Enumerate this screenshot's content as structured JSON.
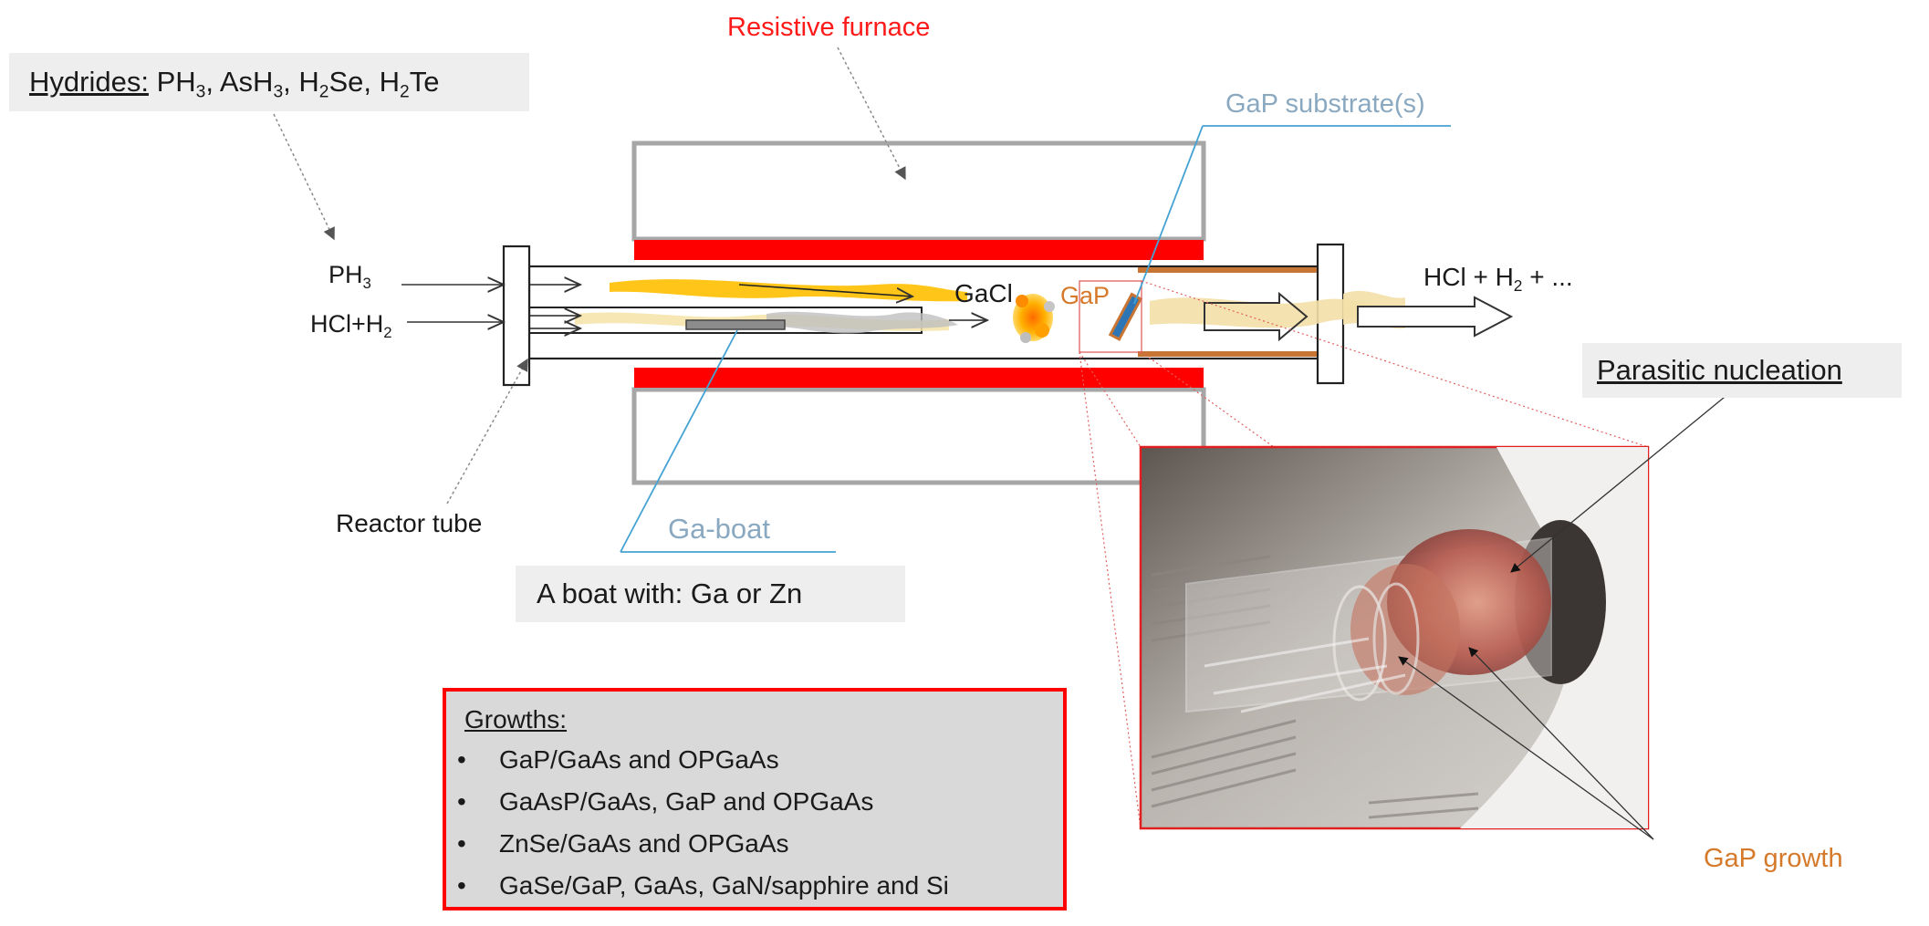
{
  "furnace_label": "Resistive furnace",
  "hydrides": {
    "heading": "Hydrides:",
    "items": [
      "PH3",
      "AsH3",
      "H2Se",
      "H2Te"
    ]
  },
  "inlets": {
    "ph3": "PH3",
    "hcl_h2": "HCl+H2"
  },
  "outlet": "HCl + H2 + ...",
  "gacl": "GaCl",
  "gap_label": "GaP",
  "substrate_label": "GaP substrate(s)",
  "reactor_tube_label": "Reactor tube",
  "ga_boat_label": "Ga-boat",
  "boat_label": "A boat with: Ga or Zn",
  "parasitic_label": "Parasitic nucleation",
  "gap_growth_label": "GaP growth",
  "growths": {
    "heading": "Growths:",
    "items": [
      "GaP/GaAs and OPGaAs",
      "GaAsP/GaAs, GaP and OPGaAs",
      "ZnSe/GaAs and OPGaAs",
      "GaSe/GaP, GaAs, GaN/sapphire and Si"
    ]
  },
  "colors": {
    "furnace_red": "#ff0000",
    "label_red": "#ff1a1a",
    "substrate_blue": "#8aa9c1",
    "orange": "#d5792a",
    "grey_frame": "#a6a6a6"
  }
}
